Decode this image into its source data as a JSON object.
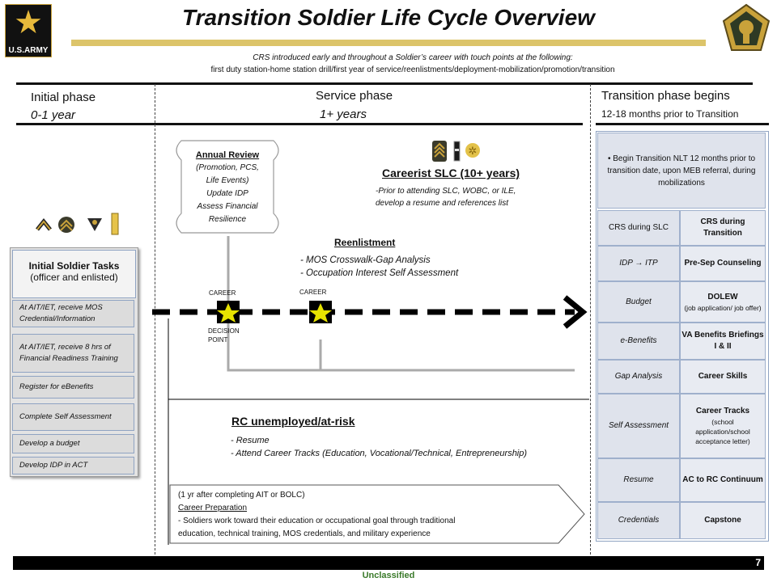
{
  "header": {
    "logo_text": "U.S.ARMY",
    "title": "Transition Soldier Life Cycle Overview",
    "subtitle_line1": "CRS introduced early and throughout a Soldier’s career with touch points at the following:",
    "subtitle_line2": "first duty station-home station drill/first year of service/reenlistments/deployment-mobilization/promotion/transition"
  },
  "phases": {
    "initial": {
      "label": "Initial phase",
      "sub": "0-1 year"
    },
    "service": {
      "label": "Service phase",
      "sub": "1+ years"
    },
    "transition": {
      "label": "Transition phase begins",
      "sub": "12-18 months prior to Transition"
    }
  },
  "tasks": {
    "head_title": "Initial Soldier Tasks",
    "head_sub": "(officer and enlisted)",
    "items": [
      "At AIT/IET, receive MOS Credential/Information",
      "At AIT/IET, receive 8 hrs of Financial Readiness Training",
      "Register for eBenefits",
      "Complete Self Assessment",
      "Develop a budget",
      "Develop IDP in ACT"
    ]
  },
  "annual_review": {
    "title": "Annual Review",
    "lines": [
      "(Promotion, PCS,",
      "Life Events)",
      "Update IDP",
      "Assess Financial",
      "Resilience"
    ]
  },
  "careerist": {
    "title": "Careerist SLC (10+ years)",
    "line1": "-Prior to attending  SLC, WOBC, or ILE,",
    "line2": "develop a resume  and references  list"
  },
  "reenlistment": {
    "title": "Reenlistment",
    "line1": "- MOS Crosswalk-Gap  Analysis",
    "line2": "- Occupation Interest Self Assessment"
  },
  "timeline": {
    "career_label_1": "CAREER",
    "career_label_2": "CAREER",
    "decision_line1": "DECISION",
    "decision_line2": "POINT"
  },
  "rc": {
    "title": "RC unemployed/at-risk",
    "line1": "- Resume",
    "line2": "- Attend Career Tracks (Education, Vocational/Technical, Entrepreneurship)"
  },
  "prep": {
    "line1": "(1 yr after completing AIT or BOLC)",
    "heading": "Career Preparation",
    "line2": "- Soldiers work toward their education or occupational goal through traditional",
    "line3": "education, technical training, MOS credentials, and military experience"
  },
  "transition_table": {
    "top": "• Begin Transition NLT 12 months prior to transition date, upon MEB referral, during mobilizations",
    "header_left": "CRS during SLC",
    "header_right": "CRS during Transition",
    "rows": [
      {
        "left": "IDP  →  ITP",
        "right": "Pre-Sep Counseling",
        "right_sub": ""
      },
      {
        "left": "Budget",
        "right": "DOLEW",
        "right_sub": "(job application/ job offer)"
      },
      {
        "left": "e-Benefits",
        "right": "VA Benefits Briefings I & II",
        "right_sub": ""
      },
      {
        "left": "Gap Analysis",
        "right": "Career Skills",
        "right_sub": ""
      },
      {
        "left": "Self Assessment",
        "right": "Career Tracks",
        "right_sub": "(school application/school acceptance letter)"
      },
      {
        "left": "Resume",
        "right": "AC to RC Continuum",
        "right_sub": ""
      },
      {
        "left": "Credentials",
        "right": "Capstone",
        "right_sub": ""
      }
    ]
  },
  "footer": {
    "page_number": "7",
    "classification": "Unclassified"
  }
}
